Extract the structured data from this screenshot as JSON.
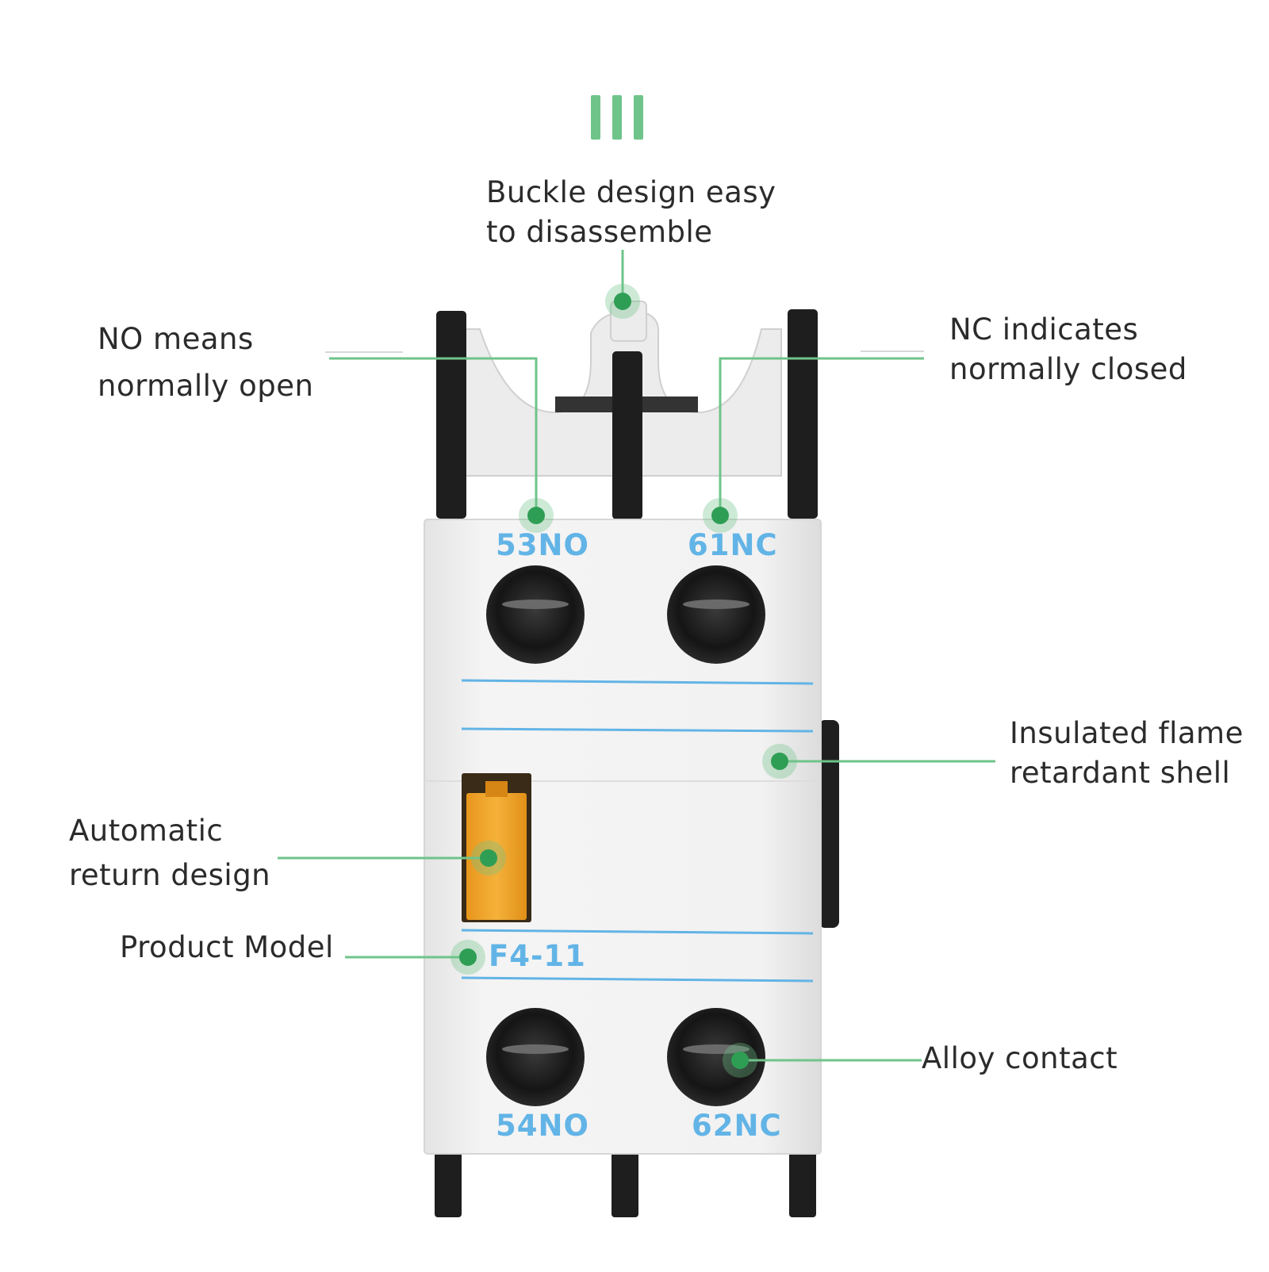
{
  "colors": {
    "accent_green": "#6fc48a",
    "dot_green": "#2f9e55",
    "label_blue": "#62b4e6",
    "body_white": "#eeeeee",
    "terminal_black": "#1e1e1e",
    "latch_orange": "#f0a62a",
    "text": "#2b2b2b"
  },
  "icons": [
    "three-bars-icon"
  ],
  "callouts": {
    "buckle": {
      "line1": "Buckle design easy",
      "line2": "to disassemble"
    },
    "no": {
      "line1": "NO means",
      "line2": "normally open"
    },
    "nc": {
      "line1": "NC indicates",
      "line2": "normally closed"
    },
    "shell": {
      "line1": "Insulated flame",
      "line2": "retardant shell"
    },
    "return": {
      "line1": "Automatic",
      "line2": "return design"
    },
    "model": {
      "line1": "Product Model"
    },
    "alloy": {
      "line1": "Alloy contact"
    }
  },
  "device": {
    "terminal_top_left": "53NO",
    "terminal_top_right": "61NC",
    "terminal_bottom_left": "54NO",
    "terminal_bottom_right": "62NC",
    "model": "F4-11"
  }
}
